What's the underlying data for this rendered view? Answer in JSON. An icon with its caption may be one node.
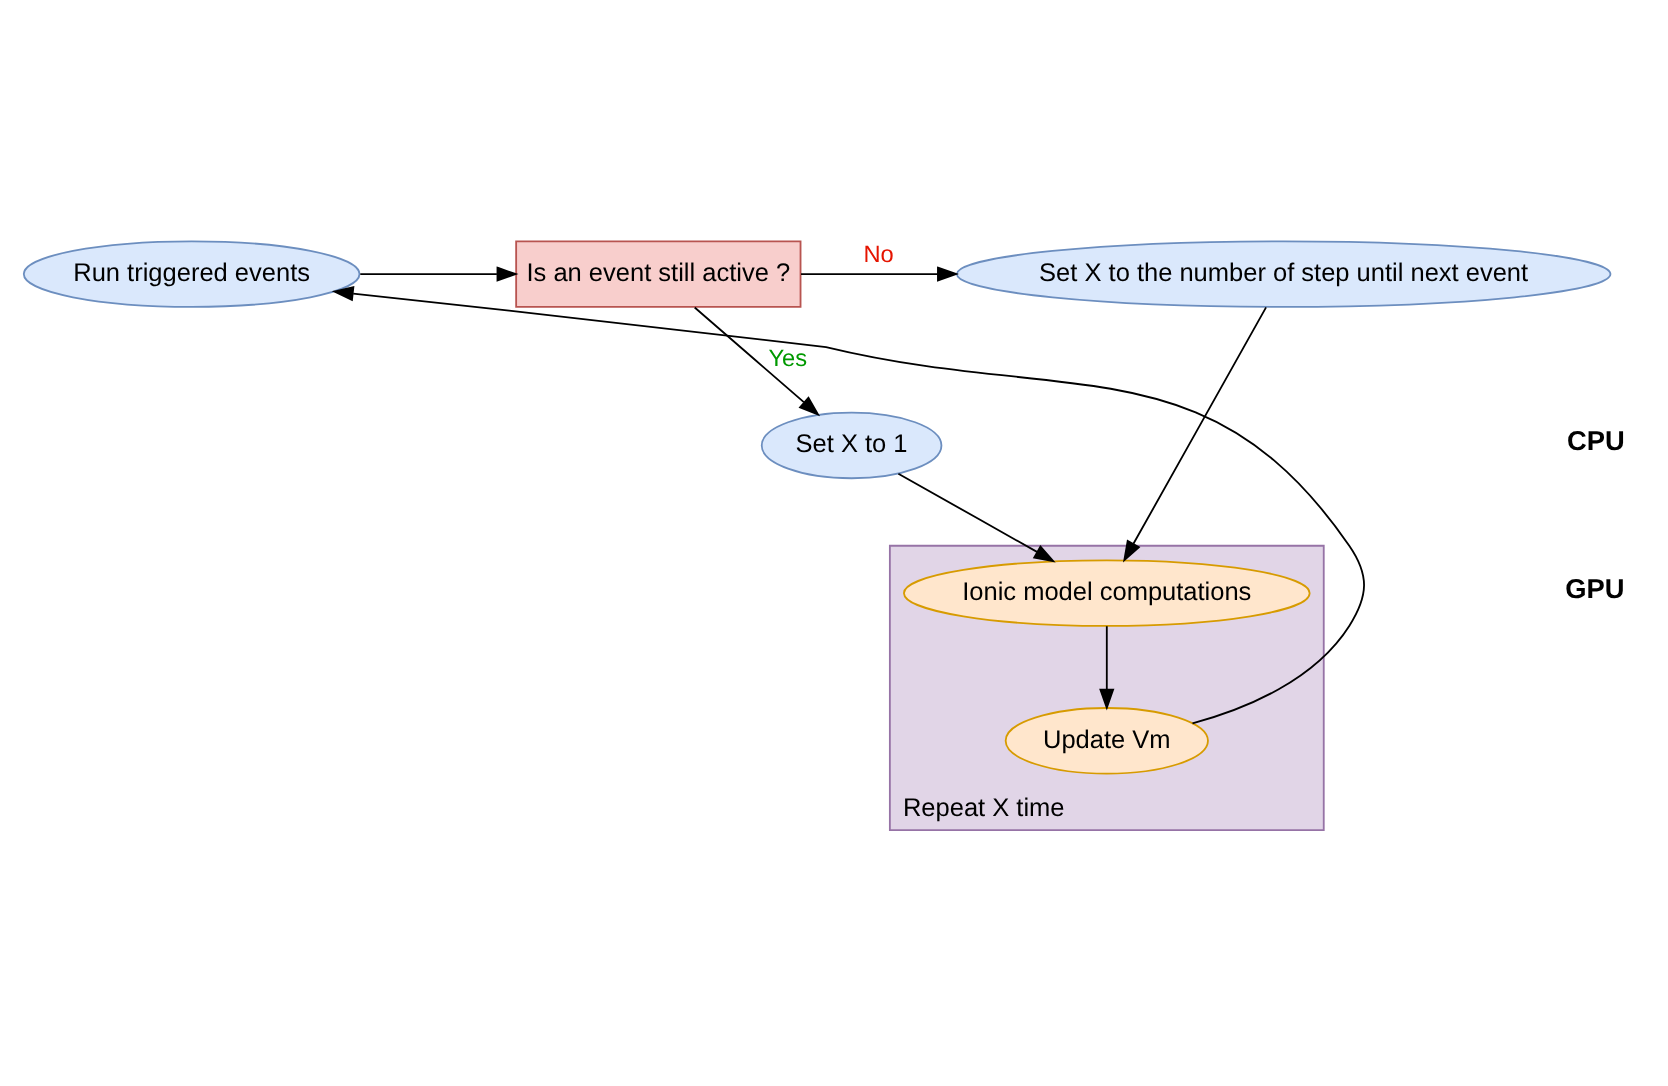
{
  "diagram": {
    "nodes": [
      {
        "text": [
          "Set X to the number of step until next event"
        ]
      },
      {
        "text": [
          "Is an event still active ?"
        ]
      },
      {
        "text": [
          "Run triggered events"
        ]
      },
      {
        "text": [
          "Set X to 1"
        ]
      },
      {
        "text": [
          "Repeat X time"
        ]
      },
      {
        "text": [
          "Ionic model computations"
        ],
        "in": 4
      },
      {
        "text": [
          "Update Vm"
        ],
        "in": 4
      }
    ],
    "edges": [
      {
        "from": 2,
        "to": 1,
        "arrow": "to"
      },
      {
        "from": 1,
        "to": 0,
        "arrow": "to",
        "label": "No"
      },
      {
        "from": 1,
        "to": 3,
        "arrow": "to",
        "label": "Yes"
      },
      {
        "from": 0,
        "to": 5,
        "arrow": "to"
      },
      {
        "from": 3,
        "to": 5,
        "arrow": "to"
      },
      {
        "from": 5,
        "to": 6,
        "arrow": "to"
      },
      {
        "from": 6,
        "to": 2,
        "arrow": "to"
      }
    ],
    "labels": [
      "CPU",
      "GPU"
    ]
  }
}
